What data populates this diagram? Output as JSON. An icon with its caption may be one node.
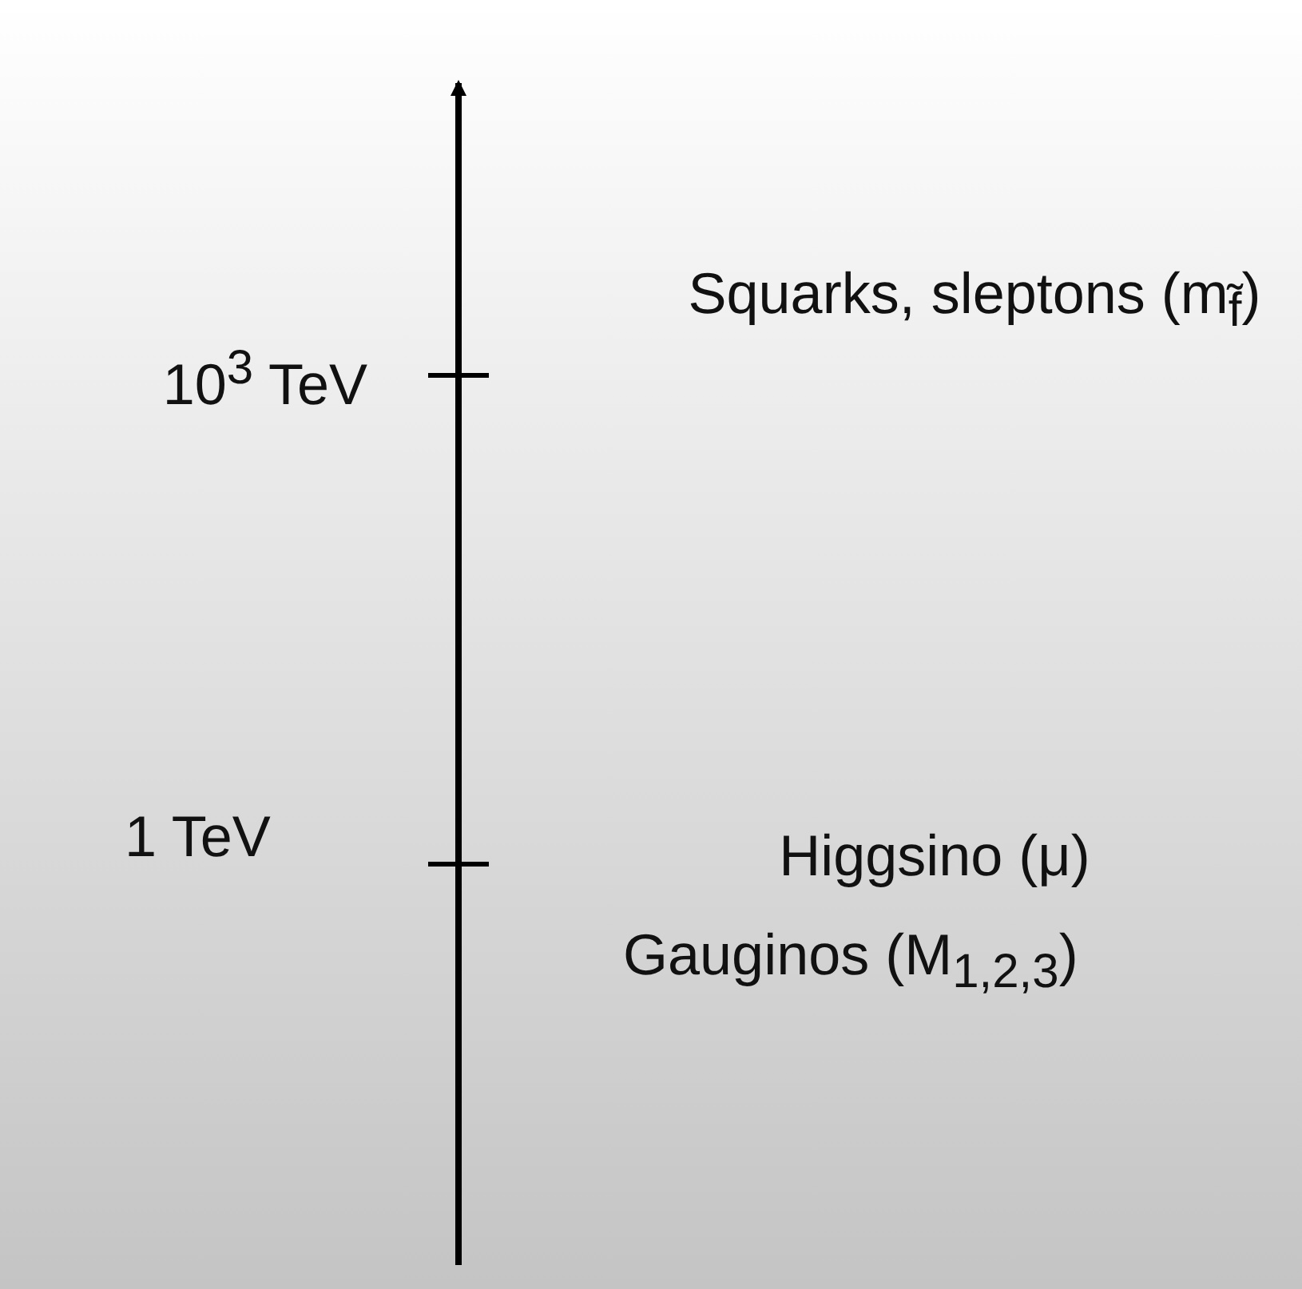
{
  "diagram": {
    "labels": [
      "Squarks, sleptons (m$_{f̃}$)",
      "10$^{3}$ TeV",
      "1 TeV",
      "Higgsino (μ)",
      "Gauginos (M$_{1,2,3}$)"
    ]
  }
}
